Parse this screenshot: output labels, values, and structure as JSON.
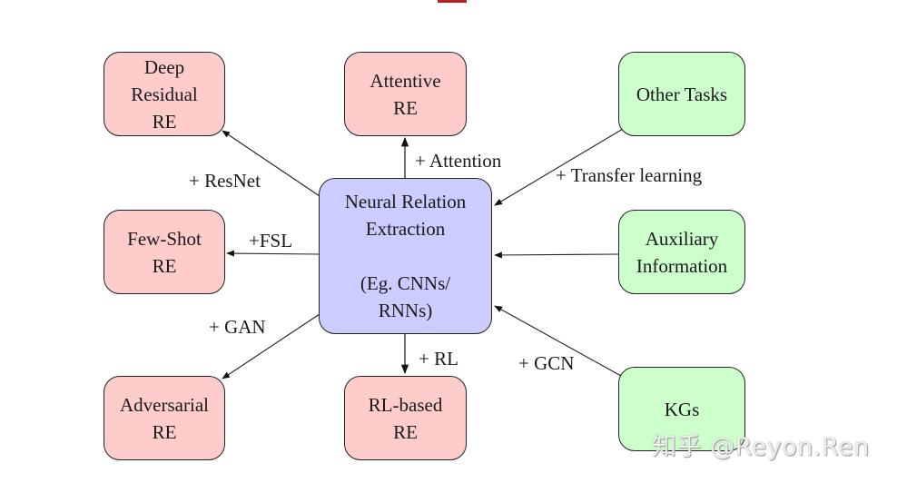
{
  "diagram": {
    "nodes": [
      {
        "id": "deep-residual-re",
        "label": "Deep\nResidual\nRE",
        "color": "red"
      },
      {
        "id": "attentive-re",
        "label": "Attentive\nRE",
        "color": "red"
      },
      {
        "id": "other-tasks",
        "label": "Other Tasks",
        "color": "green"
      },
      {
        "id": "few-shot-re",
        "label": "Few-Shot\nRE",
        "color": "red"
      },
      {
        "id": "neural-relation-extraction",
        "label": "Neural Relation\nExtraction\n\n(Eg. CNNs/\nRNNs)",
        "color": "blue"
      },
      {
        "id": "auxiliary-information",
        "label": "Auxiliary\nInformation",
        "color": "green"
      },
      {
        "id": "adversarial-re",
        "label": "Adversarial\nRE",
        "color": "red"
      },
      {
        "id": "rl-based-re",
        "label": "RL-based\nRE",
        "color": "red"
      },
      {
        "id": "kgs",
        "label": "KGs",
        "color": "green"
      }
    ],
    "edges": [
      {
        "from": "neural-relation-extraction",
        "to": "deep-residual-re",
        "label": "+ ResNet"
      },
      {
        "from": "neural-relation-extraction",
        "to": "attentive-re",
        "label": "+ Attention"
      },
      {
        "from": "other-tasks",
        "to": "neural-relation-extraction",
        "label": "+ Transfer learning"
      },
      {
        "from": "neural-relation-extraction",
        "to": "few-shot-re",
        "label": "+FSL"
      },
      {
        "from": "auxiliary-information",
        "to": "neural-relation-extraction",
        "label": ""
      },
      {
        "from": "neural-relation-extraction",
        "to": "adversarial-re",
        "label": "+ GAN"
      },
      {
        "from": "neural-relation-extraction",
        "to": "rl-based-re",
        "label": "+ RL"
      },
      {
        "from": "kgs",
        "to": "neural-relation-extraction",
        "label": "+ GCN"
      }
    ],
    "colors": {
      "red": "#ffcccc",
      "green": "#ccffcc",
      "blue": "#ccccff",
      "stroke": "#222222"
    }
  },
  "watermark": "知乎 @Reyon.Ren"
}
